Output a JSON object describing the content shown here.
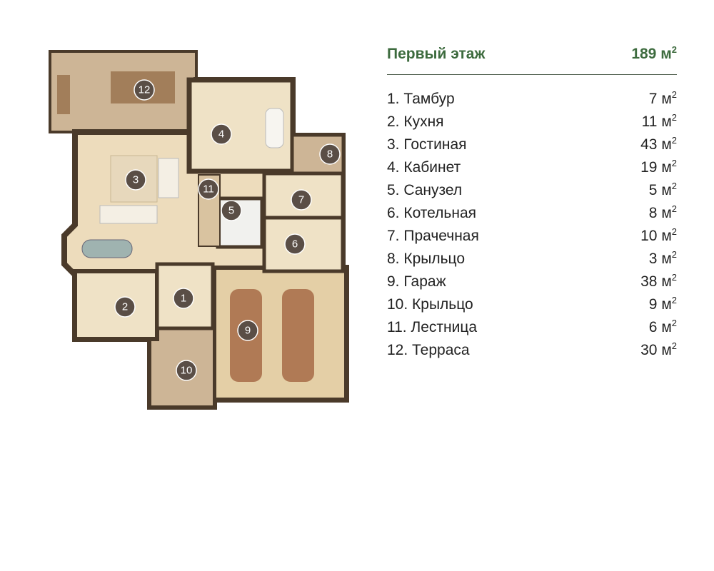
{
  "floor": {
    "title": "Первый этаж",
    "area": "189",
    "unit": "м",
    "sup": "2"
  },
  "rooms": [
    {
      "label": "1. Тамбур",
      "area": "7",
      "num": "1"
    },
    {
      "label": "2. Кухня",
      "area": "11",
      "num": "2"
    },
    {
      "label": "3. Гостиная",
      "area": "43",
      "num": "3"
    },
    {
      "label": "4. Кабинет",
      "area": "19",
      "num": "4"
    },
    {
      "label": "5. Санузел",
      "area": "5",
      "num": "5"
    },
    {
      "label": "6. Котельная",
      "area": "8",
      "num": "6"
    },
    {
      "label": "7. Прачечная",
      "area": "10",
      "num": "7"
    },
    {
      "label": "8. Крыльцо",
      "area": "3",
      "num": "8"
    },
    {
      "label": "9. Гараж",
      "area": "38",
      "num": "9"
    },
    {
      "label": "10. Крыльцо",
      "area": "9",
      "num": "10"
    },
    {
      "label": "11. Лестница",
      "area": "6",
      "num": "11"
    },
    {
      "label": "12. Терраса",
      "area": "30",
      "num": "12"
    }
  ],
  "colors": {
    "accent": "#3d6b3e",
    "wall": "#4a3a2a",
    "floor": "#eddcbc",
    "terrace": "#cdb596",
    "marker": "#5a4e46"
  }
}
